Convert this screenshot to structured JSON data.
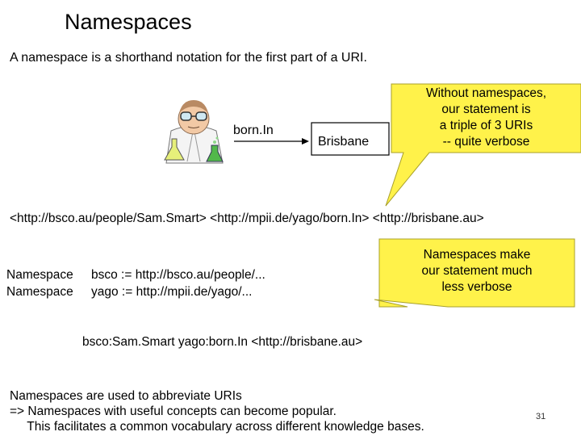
{
  "slide": {
    "title": "Namespaces",
    "subtitle": "A namespace is a shorthand notation for the first part of a URI.",
    "diagram": {
      "predicate_label": "born.In",
      "object_label": "Brisbane"
    },
    "callout_top": {
      "lines": [
        "Without namespaces,",
        "our statement is",
        "a triple of 3 URIs",
        "-- quite verbose"
      ],
      "fill": "#fff24a"
    },
    "full_uri_statement": "<http://bsco.au/people/Sam.Smart>  <http://mpii.de/yago/born.In>  <http://brisbane.au>",
    "namespaces": [
      {
        "keyword": "Namespace",
        "definition": "bsco :=  http://bsco.au/people/..."
      },
      {
        "keyword": "Namespace",
        "definition": "yago :=  http://mpii.de/yago/..."
      }
    ],
    "callout_mid": {
      "lines": [
        "Namespaces make",
        "our statement much",
        "less verbose"
      ],
      "fill": "#fff24a"
    },
    "prefixed_statement": "bsco:Sam.Smart   yago:born.In   <http://brisbane.au>",
    "bottom_text": [
      "Namespaces are used to abbreviate URIs",
      "=> Namespaces with useful concepts can become popular.",
      "     This facilitates a common vocabulary across different knowledge bases."
    ],
    "page_number": "31"
  }
}
